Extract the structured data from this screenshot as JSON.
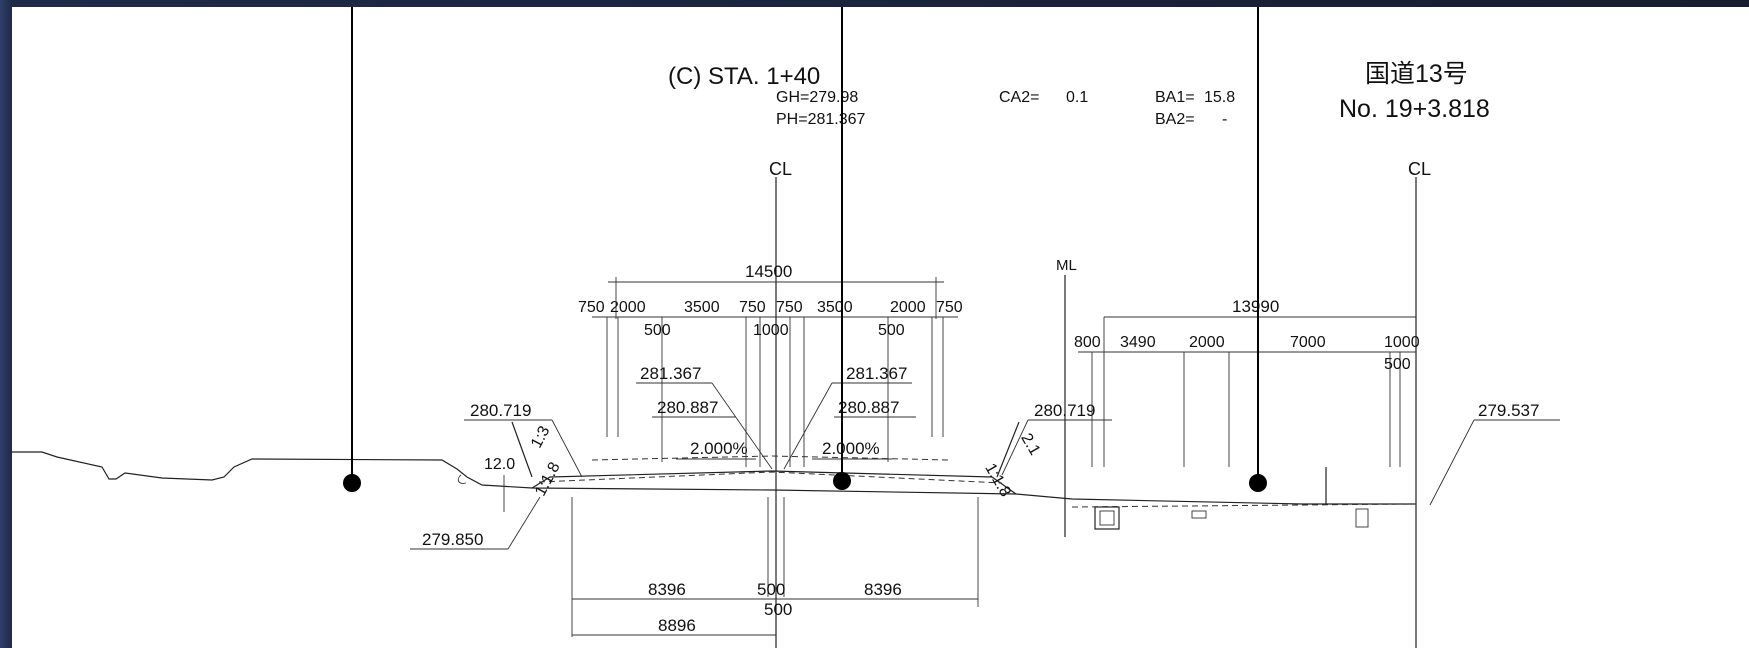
{
  "header": {
    "station": "(C) STA. 1+40",
    "gh": "GH=279.98",
    "ph": "PH=281.367",
    "ca2_label": "CA2=",
    "ca2_value": "0.1",
    "ba1_label": "BA1=",
    "ba1_value": "15.8",
    "ba2_label": "BA2=",
    "ba2_value": "-",
    "route_name": "国道13号",
    "route_number": "No. 19+3.818"
  },
  "centerlines": {
    "left_symbol": "CL",
    "right_symbol": "CL",
    "ml_label": "ML"
  },
  "left_section": {
    "overall_width": "14500",
    "lane_dims": [
      "750",
      "2000",
      "3500",
      "750",
      "750",
      "3500",
      "2000",
      "750"
    ],
    "sub_dims": [
      "500",
      "1000",
      "500"
    ],
    "crest_left": "281.367",
    "crest_right": "281.367",
    "edge_left": "280.887",
    "edge_right": "280.887",
    "slope_left": "2.000%",
    "slope_right": "2.000%",
    "shoulder_left": "280.719",
    "shoulder_right": "280.719",
    "bank_ratio_left_top": "1:3",
    "bank_ratio_left": "1:1.8",
    "bank_ratio_right_top": "2.1",
    "bank_ratio_right": "1:1.8",
    "ditch_depth": "12.0",
    "toe_elevation": "279.850",
    "base_left": "8396",
    "base_mid": "500",
    "base_right": "8396",
    "base_mid2": "500",
    "base_total": "8896"
  },
  "right_section": {
    "overall_width": "13990",
    "dims": [
      "800",
      "3490",
      "2000",
      "7000",
      "1000"
    ],
    "sub_dim": "500",
    "edge_elevation": "279.537"
  }
}
